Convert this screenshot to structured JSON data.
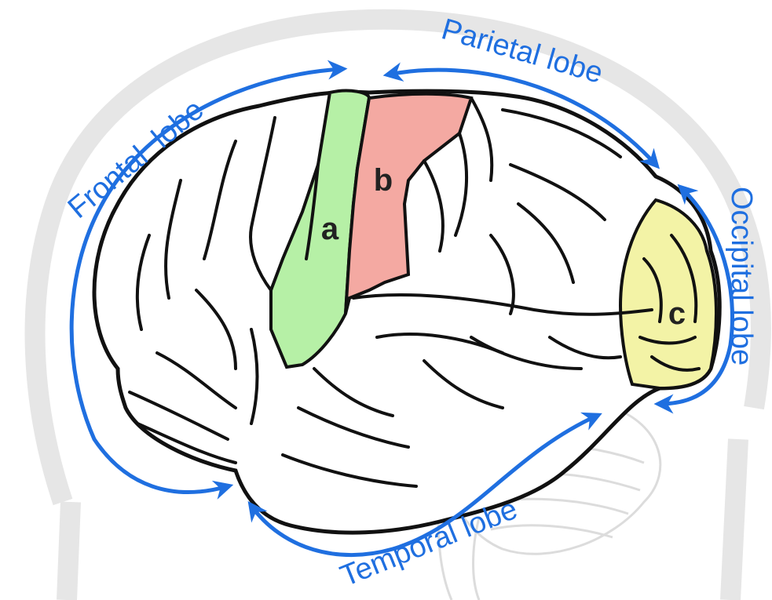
{
  "diagram": {
    "lobes": {
      "frontal": "Frontal  lobe",
      "parietal": "Parietal lobe",
      "occipital": "Occipital lobe",
      "temporal": "Temporal lobe"
    },
    "areas": {
      "a": "a",
      "b": "b",
      "c": "c"
    },
    "colors": {
      "arrow": "#1f6fe0",
      "area_a": "#b6f0a6",
      "area_b": "#f4a9a2",
      "area_c": "#f3f3a6",
      "outline": "#111111",
      "silhouette": "#e6e6e6"
    }
  }
}
